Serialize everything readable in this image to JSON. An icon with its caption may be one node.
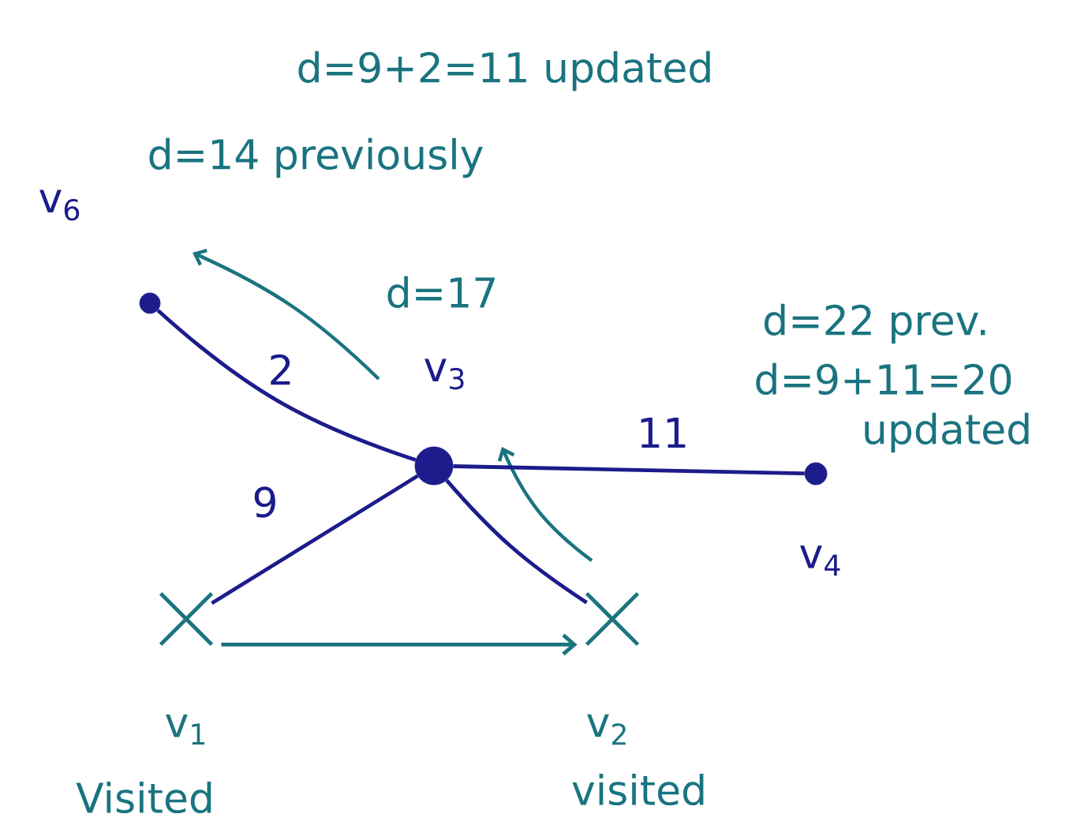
{
  "diagram": {
    "nodes": [
      {
        "text": [],
        "shape": "circle",
        "beside": [
          "v$_{6}$",
          "d=9+2=11 updated",
          "d=14 previously"
        ]
      },
      {
        "text": [],
        "shape": "circle",
        "beside": [
          "v$_{3}$",
          "d=17"
        ]
      },
      {
        "text": [],
        "shape": "circle",
        "beside": [
          "v$_{4}$",
          "d=22 prev.",
          "d=9+11=20",
          "updated"
        ]
      },
      {
        "text": [],
        "shape": "cross",
        "beside": [
          "v$_{1}$",
          "Visited"
        ]
      },
      {
        "text": [],
        "shape": "cross",
        "beside": [
          "v$_{2}$",
          "visited"
        ]
      }
    ],
    "edges": [
      {
        "from": 3,
        "to": 1,
        "arrow": "none",
        "label": "9"
      },
      {
        "from": 1,
        "to": 0,
        "arrow": "none",
        "label": "2"
      },
      {
        "from": 1,
        "to": 2,
        "arrow": "none",
        "label": "11"
      },
      {
        "from": 1,
        "to": 4,
        "arrow": "none"
      },
      {
        "from": 3,
        "to": 4,
        "arrow": "to",
        "color": "#1a7480"
      }
    ]
  }
}
